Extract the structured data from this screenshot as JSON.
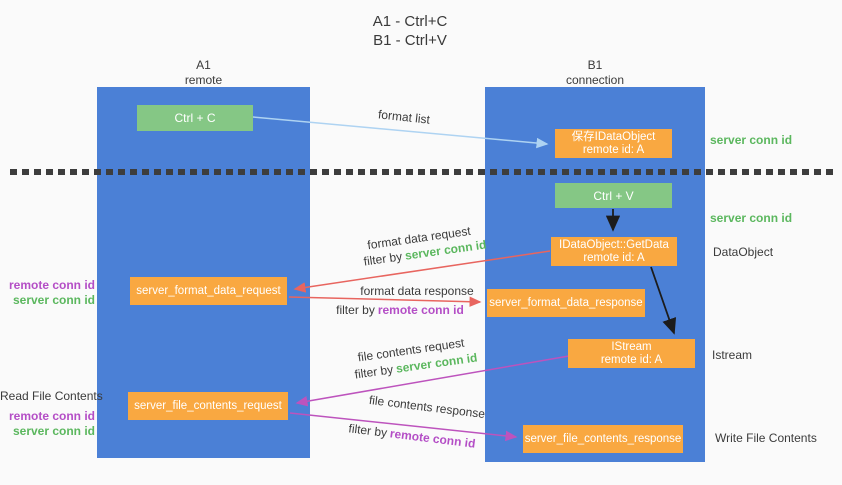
{
  "title": {
    "line1": "A1 - Ctrl+C",
    "line2": "B1 - Ctrl+V"
  },
  "lanes": {
    "left": {
      "name": "A1",
      "role": "remote"
    },
    "right": {
      "name": "B1",
      "role": "connection"
    }
  },
  "boxes": {
    "ctrl_c": "Ctrl + C",
    "ctrl_v": "Ctrl + V",
    "save_idataobject": {
      "line1": "保存IDataObject",
      "line2": "remote id: A"
    },
    "idataobject_getdata": {
      "line1": "IDataObject::GetData",
      "line2": "remote id: A"
    },
    "istream": {
      "line1": "IStream",
      "line2": "remote id: A"
    },
    "server_format_data_request": "server_format_data_request",
    "server_format_data_response": "server_format_data_response",
    "server_file_contents_request": "server_file_contents_request",
    "server_file_contents_response": "server_file_contents_response"
  },
  "flow_labels": {
    "format_list": "format list",
    "format_data_request": "format data request",
    "format_data_request_filter": {
      "prefix": "filter by",
      "value": "server conn id"
    },
    "format_data_response": "format data response",
    "format_data_response_filter": {
      "prefix": "filter by",
      "value": "remote conn id"
    },
    "file_contents_request": "file contents request",
    "file_contents_request_filter": {
      "prefix": "filter by",
      "value": "server conn id"
    },
    "file_contents_response": "file contents response",
    "file_contents_response_filter": {
      "prefix": "filter by",
      "value": "remote conn id"
    }
  },
  "side_labels": {
    "left_top": {
      "remote_conn_id": "remote conn id",
      "server_conn_id": "server conn id"
    },
    "left_bottom": {
      "title": "Read File Contents",
      "remote_conn_id": "remote conn id",
      "server_conn_id": "server conn id"
    },
    "right_top_server_conn_id": "server conn id",
    "right_mid_server_conn_id": "server conn id",
    "right_dataobject": "DataObject",
    "right_istream": "Istream",
    "right_write_file_contents": "Write File Contents"
  },
  "colors": {
    "lane_blue": "#4b80d6",
    "box_green": "#85c785",
    "box_orange": "#f9a841",
    "arrow_blue": "#aed3f2",
    "arrow_red": "#e8655f",
    "arrow_magenta": "#bd53bd",
    "arrow_black": "#1c1c1c",
    "text_green": "#5bb75e",
    "text_purple": "#b44ec6",
    "text_dark": "#3b3b3b"
  }
}
